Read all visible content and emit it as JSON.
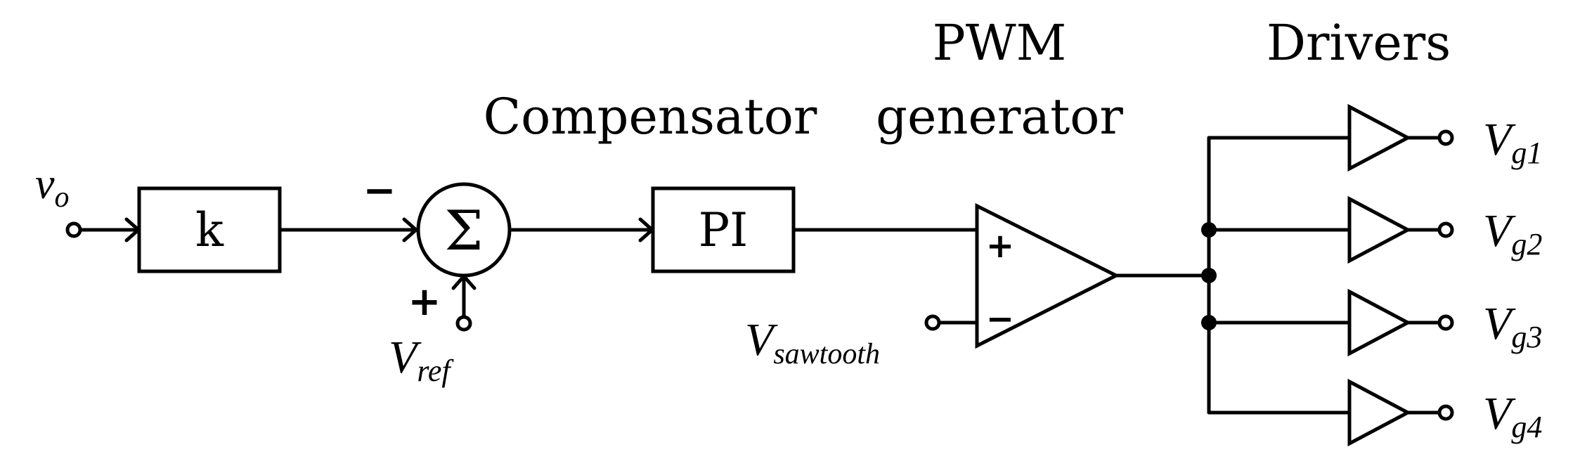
{
  "input": {
    "main": "v",
    "sub": "o"
  },
  "gain_block": "k",
  "summer": {
    "symbol": "Σ",
    "minus_sign": "−",
    "plus_sign": "+"
  },
  "reference": {
    "main": "V",
    "sub": "ref"
  },
  "compensator": {
    "title": "Compensator",
    "block": "PI"
  },
  "pwm": {
    "title_line1": "PWM",
    "title_line2": "generator",
    "plus_sign": "+",
    "minus_sign": "−"
  },
  "sawtooth": {
    "main": "V",
    "sub": "sawtooth"
  },
  "drivers": {
    "title": "Drivers",
    "outputs": [
      {
        "main": "V",
        "sub": "g1"
      },
      {
        "main": "V",
        "sub": "g2"
      },
      {
        "main": "V",
        "sub": "g3"
      },
      {
        "main": "V",
        "sub": "g4"
      }
    ]
  }
}
